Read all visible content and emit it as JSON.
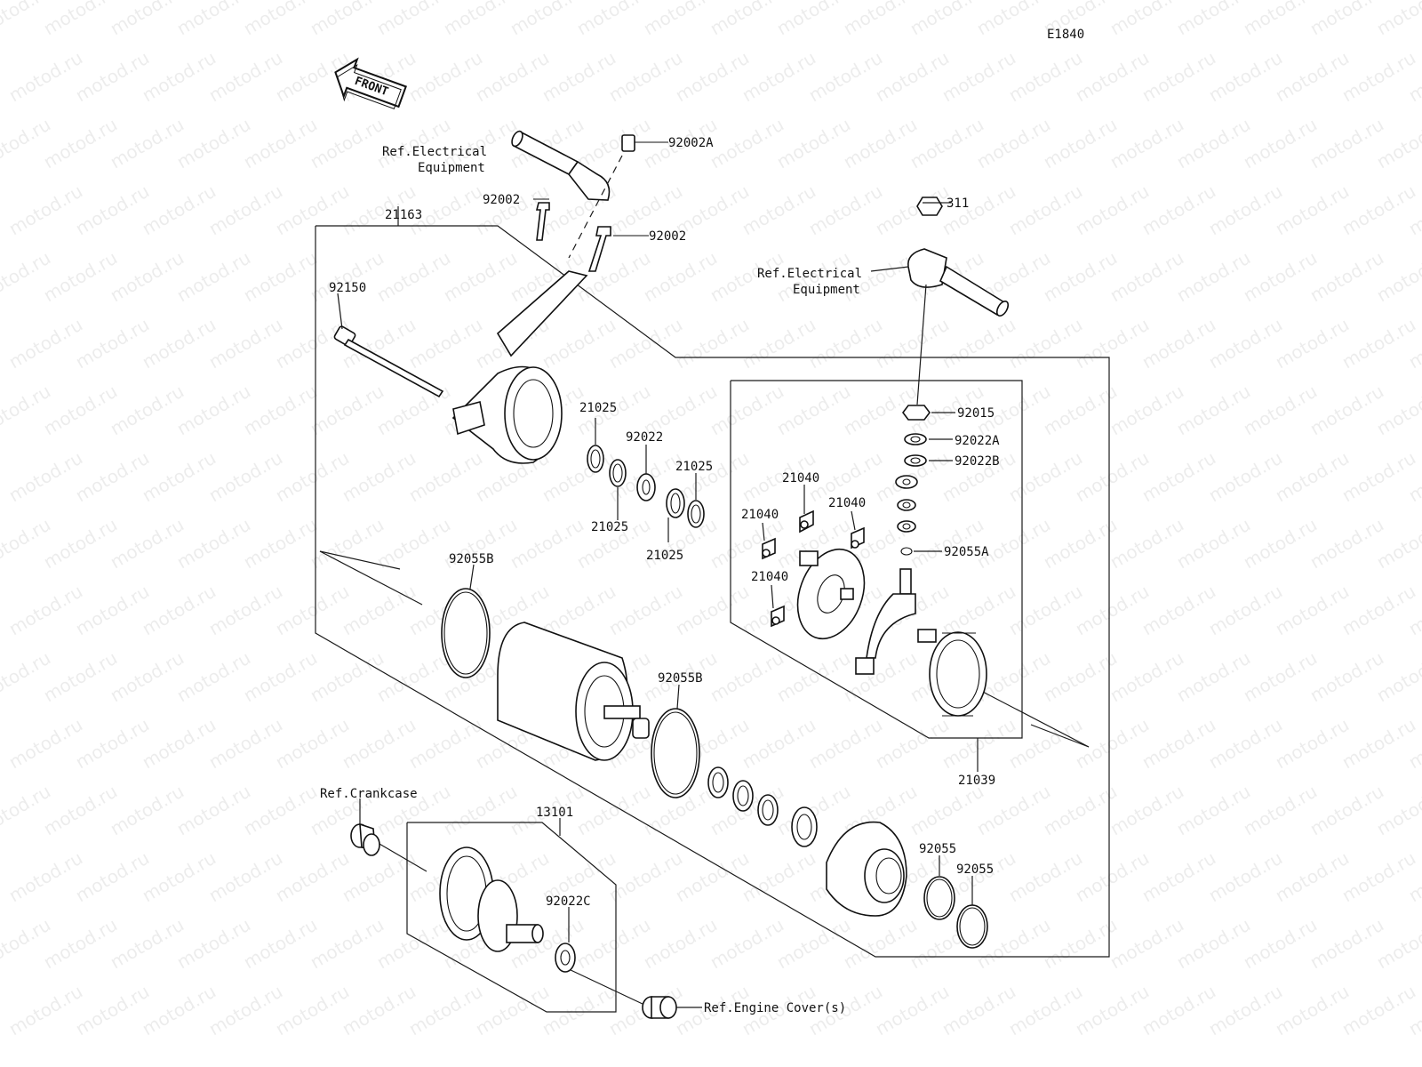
{
  "diagram_code": "E1840",
  "front_label": "FRONT",
  "watermark_text": "motod.ru",
  "labels": {
    "p92002A": "92002A",
    "ref_elec_1a": "Ref.Electrical",
    "ref_elec_1b": "Equipment",
    "p92002_1": "92002",
    "p21163": "21163",
    "p92002_2": "92002",
    "p311": "311",
    "ref_elec_2a": "Ref.Electrical",
    "ref_elec_2b": "Equipment",
    "p92150": "92150",
    "p92015": "92015",
    "p92022A": "92022A",
    "p92022B": "92022B",
    "p21025_1": "21025",
    "p92022": "92022",
    "p21025_2": "21025",
    "p21025_3": "21025",
    "p21025_4": "21025",
    "p21040_1": "21040",
    "p21040_2": "21040",
    "p21040_3": "21040",
    "p21040_4": "21040",
    "p92055A": "92055A",
    "p92055B_1": "92055B",
    "p92055B_2": "92055B",
    "p21039": "21039",
    "ref_crankcase": "Ref.Crankcase",
    "p13101": "13101",
    "p92022C": "92022C",
    "p92055_1": "92055",
    "p92055_2": "92055",
    "ref_engine_cover": "Ref.Engine Cover(s)"
  }
}
